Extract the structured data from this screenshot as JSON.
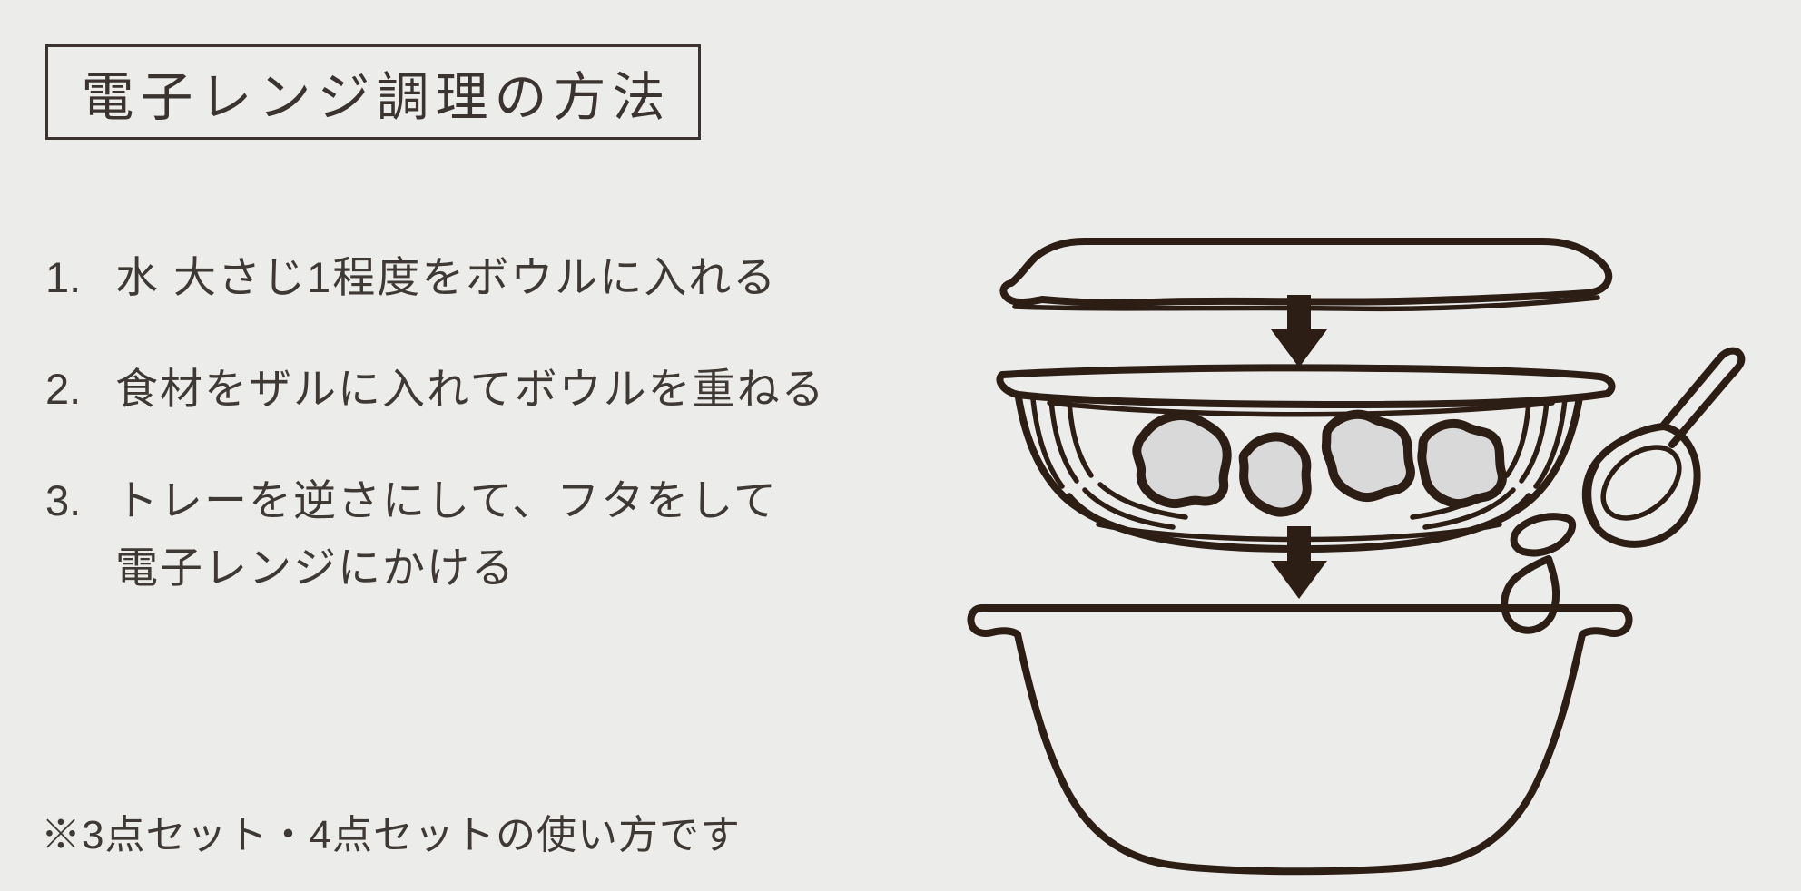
{
  "page": {
    "background_color": "#ececeb",
    "line_color": "#2c1d15",
    "text_color": "#3f3935",
    "food_fill_color": "#d9d9d9"
  },
  "title": {
    "label": "電子レンジ調理の方法"
  },
  "steps": [
    {
      "number": "1.",
      "text": "水 大さじ1程度をボウルに入れる"
    },
    {
      "number": "2.",
      "text": "食材をザルに入れてボウルを重ねる"
    },
    {
      "number": "3.",
      "text": "トレーを逆さにして、フタをして",
      "text2": "電子レンジにかける"
    }
  ],
  "note": {
    "label": "※3点セット・4点セットの使い方です"
  },
  "illustration": {
    "parts": [
      "tray-lid",
      "down-arrow",
      "colander-with-food",
      "spoon-with-water-drops",
      "down-arrow",
      "bowl"
    ]
  }
}
